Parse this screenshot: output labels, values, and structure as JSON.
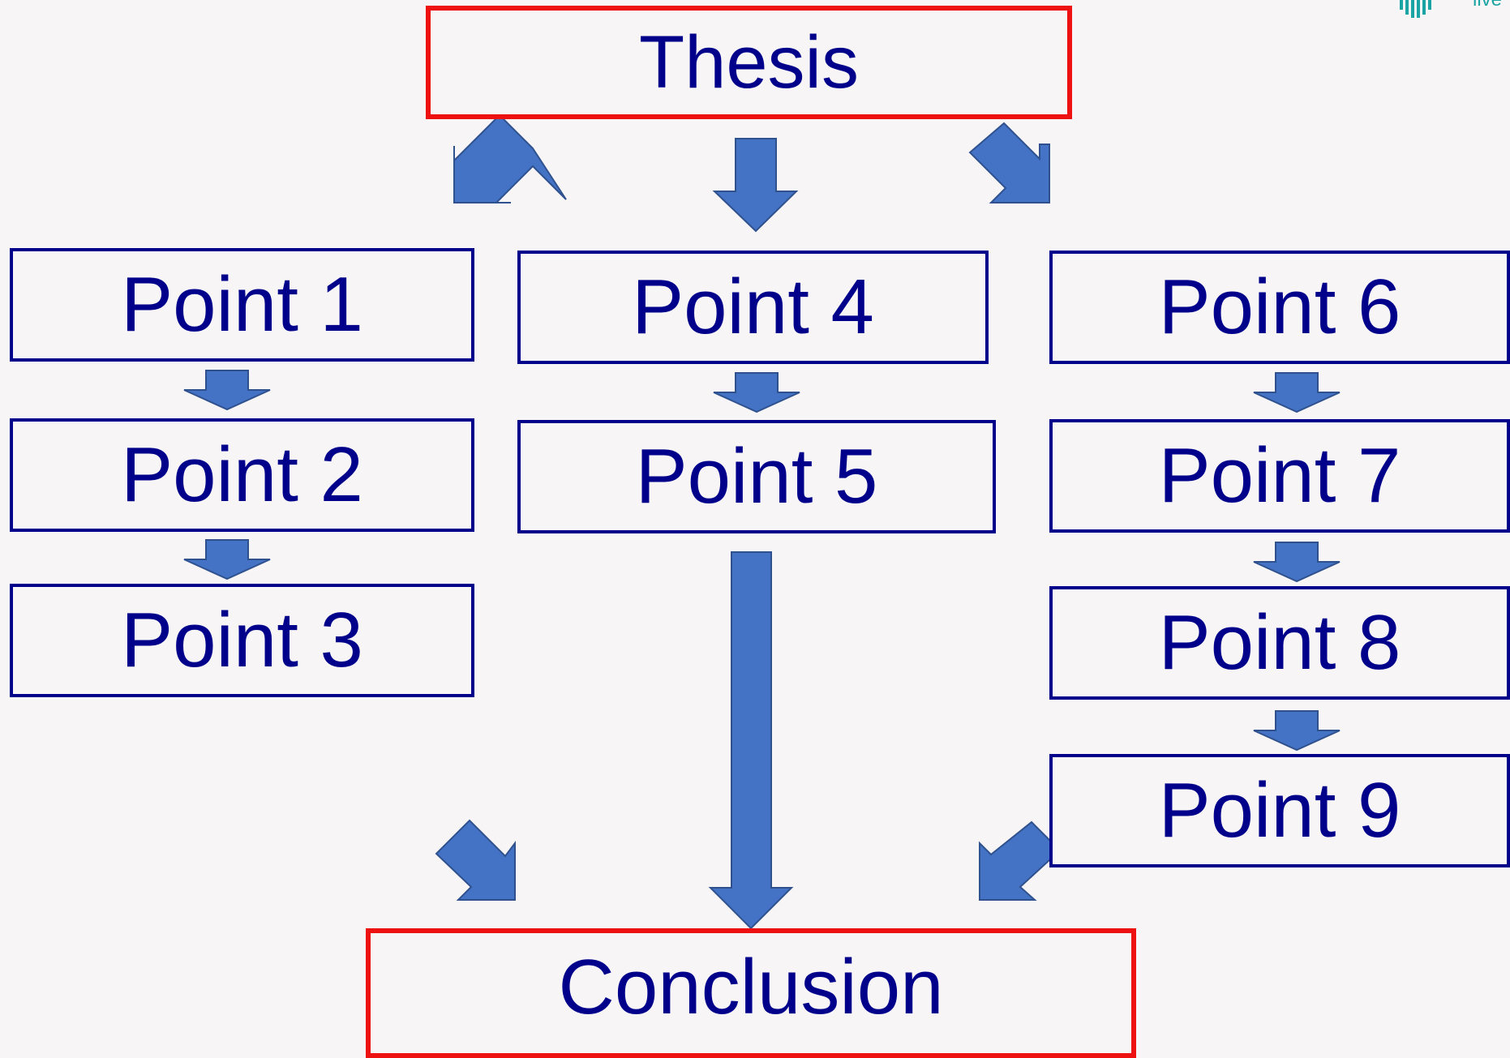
{
  "diagram": {
    "thesis": "Thesis",
    "conclusion": "Conclusion",
    "points": [
      "Point 1",
      "Point 2",
      "Point 3",
      "Point 4",
      "Point 5",
      "Point 6",
      "Point 7",
      "Point 8",
      "Point 9"
    ],
    "logo_text": "live"
  },
  "colors": {
    "background": "#f8f5f7",
    "text": "#00008b",
    "box_border": "#00008b",
    "thesis_border": "#ee1111",
    "arrow_fill": "#4472c4",
    "arrow_stroke": "#2f528f",
    "logo": "#1aa4a4"
  }
}
